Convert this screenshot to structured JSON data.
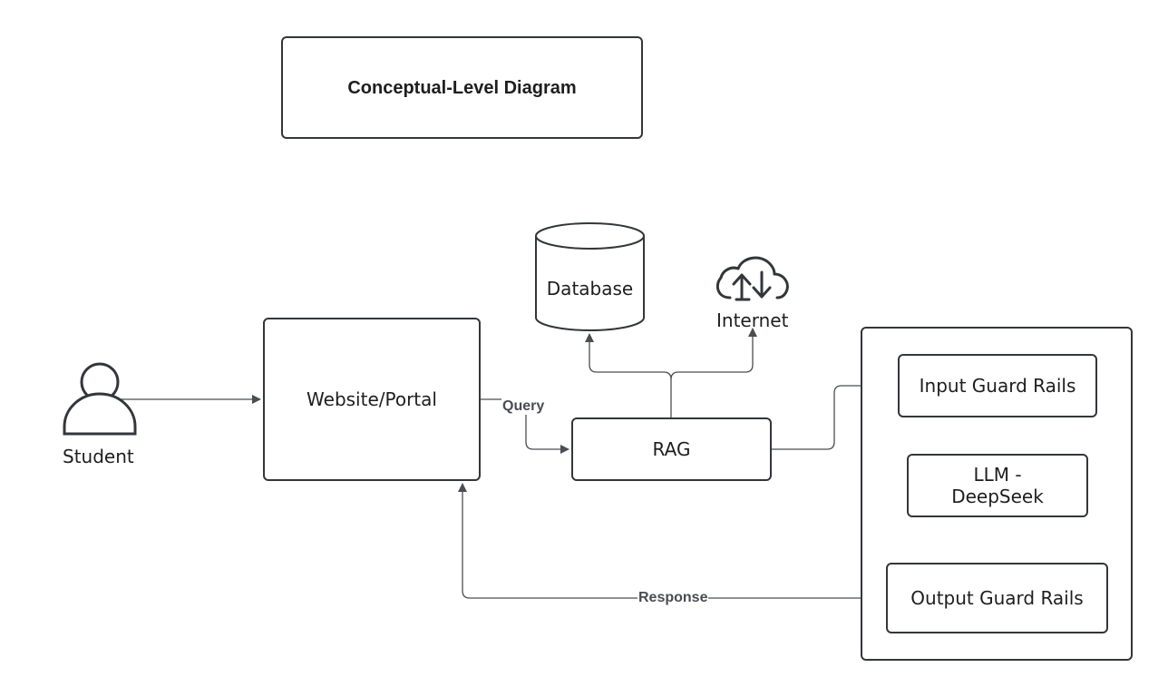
{
  "title": "Conceptual-Level Diagram",
  "nodes": {
    "student": "Student",
    "portal": "Website/Portal",
    "rag": "RAG",
    "database": "Database",
    "internet": "Internet",
    "input_guard": "Input Guard Rails",
    "llm_line1": "LLM -",
    "llm_line2": "DeepSeek",
    "output_guard": "Output Guard Rails"
  },
  "edges": {
    "query": "Query",
    "response": "Response"
  },
  "icons": {
    "student": "person-icon",
    "internet": "cloud-sync-icon",
    "database": "database-cylinder-icon"
  },
  "colors": {
    "stroke": "#33363b",
    "line": "#4a4d52",
    "text": "#1e1e1e"
  }
}
